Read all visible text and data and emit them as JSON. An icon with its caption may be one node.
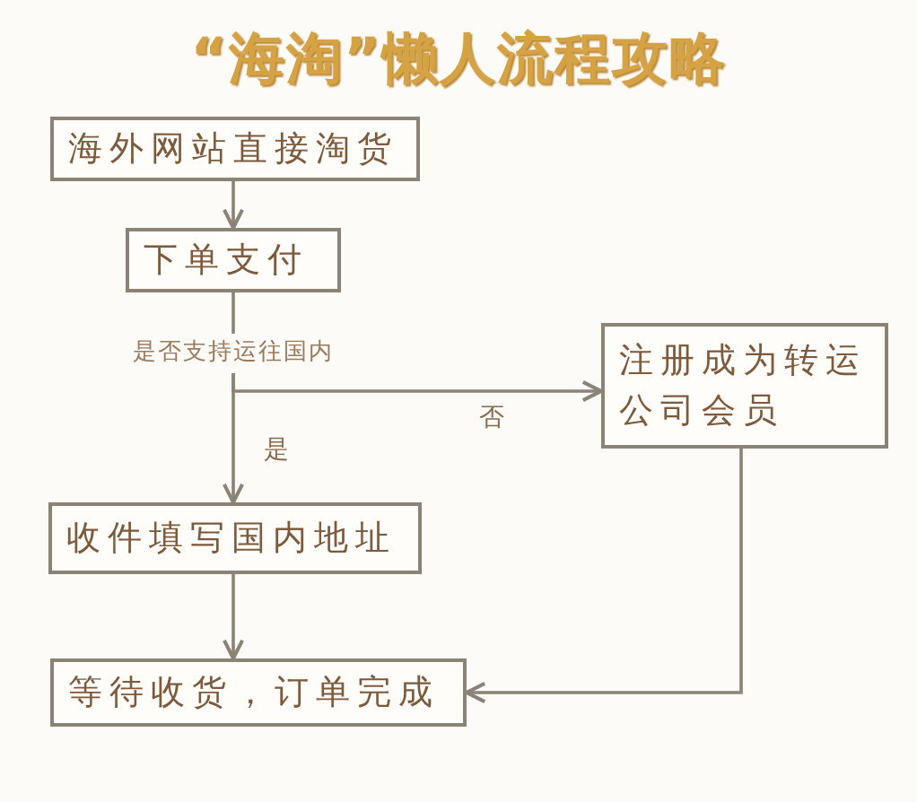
{
  "diagram": {
    "title": "“海淘”懒人流程攻略",
    "nodes": [
      {
        "text": [
          "海外网站直接淘货"
        ]
      },
      {
        "text": [
          "下单支付"
        ]
      },
      {
        "text": [
          "是否支持运往国内"
        ]
      },
      {
        "text": [
          "注册成为转运公司会员"
        ]
      },
      {
        "text": [
          "收件填写国内地址"
        ]
      },
      {
        "text": [
          "等待收货，订单完成"
        ]
      }
    ],
    "edges": [
      {
        "from": 0,
        "to": 1,
        "arrow": "to"
      },
      {
        "from": 1,
        "to": 2,
        "arrow": "none"
      },
      {
        "from": 2,
        "to": 3,
        "arrow": "to",
        "label": "否"
      },
      {
        "from": 2,
        "to": 4,
        "arrow": "to",
        "label": "是"
      },
      {
        "from": 4,
        "to": 5,
        "arrow": "to"
      },
      {
        "from": 3,
        "to": 5,
        "arrow": "to"
      }
    ]
  }
}
